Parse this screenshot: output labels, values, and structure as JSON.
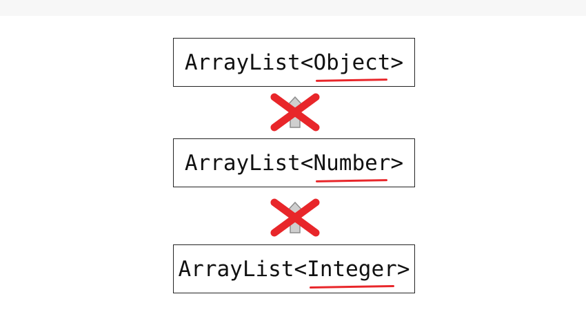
{
  "diagram": {
    "boxes": [
      {
        "prefix": "ArrayList<",
        "type_param": "Object",
        "suffix": ">"
      },
      {
        "prefix": "ArrayList<",
        "type_param": "Number",
        "suffix": ">"
      },
      {
        "prefix": "ArrayList<",
        "type_param": "Integer",
        "suffix": ">"
      }
    ],
    "colors": {
      "cross": "#e8262a",
      "arrow_fill": "#cfcfcf",
      "arrow_stroke": "#8c8c8c",
      "underline": "#e8262a",
      "box_border": "#222222"
    },
    "icons": {
      "between_boxes": "inheritance-arrow-crossed-icon"
    }
  }
}
